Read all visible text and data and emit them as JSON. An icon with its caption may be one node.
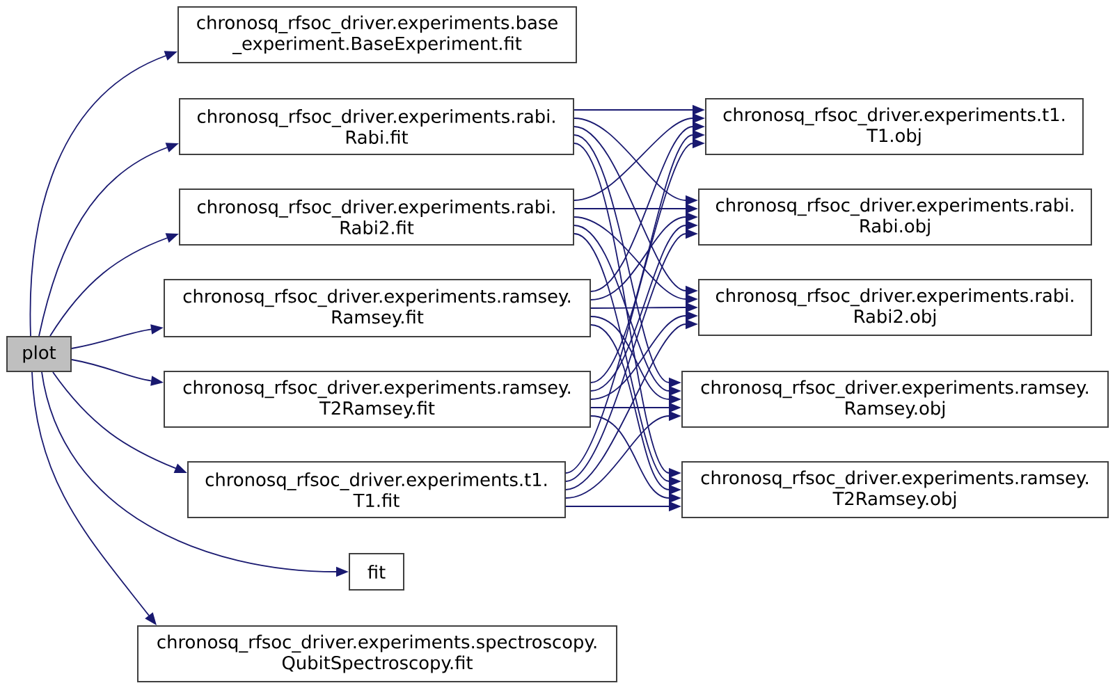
{
  "diagram": {
    "nodes": [
      {
        "text": [
          "plot"
        ]
      },
      {
        "text": [
          "chronosq_rfsoc_driver.experiments.base _experiment.BaseExperiment.fit"
        ]
      },
      {
        "text": [
          "chronosq_rfsoc_driver.experiments.rabi. Rabi.fit"
        ]
      },
      {
        "text": [
          "chronosq_rfsoc_driver.experiments.rabi. Rabi2.fit"
        ]
      },
      {
        "text": [
          "chronosq_rfsoc_driver.experiments.ramsey. Ramsey.fit"
        ]
      },
      {
        "text": [
          "chronosq_rfsoc_driver.experiments.ramsey. T2Ramsey.fit"
        ]
      },
      {
        "text": [
          "chronosq_rfsoc_driver.experiments.t1. T1.fit"
        ]
      },
      {
        "text": [
          "fit"
        ]
      },
      {
        "text": [
          "chronosq_rfsoc_driver.experiments.spectroscopy. QubitSpectroscopy.fit"
        ]
      },
      {
        "text": [
          "chronosq_rfsoc_driver.experiments.t1. T1.obj"
        ]
      },
      {
        "text": [
          "chronosq_rfsoc_driver.experiments.rabi. Rabi.obj"
        ]
      },
      {
        "text": [
          "chronosq_rfsoc_driver.experiments.rabi. Rabi2.obj"
        ]
      },
      {
        "text": [
          "chronosq_rfsoc_driver.experiments.ramsey. Ramsey.obj"
        ]
      },
      {
        "text": [
          "chronosq_rfsoc_driver.experiments.ramsey. T2Ramsey.obj"
        ]
      }
    ],
    "edges": [
      {
        "from": 0,
        "to": 1,
        "arrow": "to"
      },
      {
        "from": 0,
        "to": 2,
        "arrow": "to"
      },
      {
        "from": 0,
        "to": 3,
        "arrow": "to"
      },
      {
        "from": 0,
        "to": 4,
        "arrow": "to"
      },
      {
        "from": 0,
        "to": 5,
        "arrow": "to"
      },
      {
        "from": 0,
        "to": 6,
        "arrow": "to"
      },
      {
        "from": 0,
        "to": 7,
        "arrow": "to"
      },
      {
        "from": 0,
        "to": 8,
        "arrow": "to"
      },
      {
        "from": 2,
        "to": 9,
        "arrow": "to"
      },
      {
        "from": 2,
        "to": 10,
        "arrow": "to"
      },
      {
        "from": 2,
        "to": 11,
        "arrow": "to"
      },
      {
        "from": 2,
        "to": 12,
        "arrow": "to"
      },
      {
        "from": 2,
        "to": 13,
        "arrow": "to"
      },
      {
        "from": 3,
        "to": 9,
        "arrow": "to"
      },
      {
        "from": 3,
        "to": 10,
        "arrow": "to"
      },
      {
        "from": 3,
        "to": 11,
        "arrow": "to"
      },
      {
        "from": 3,
        "to": 12,
        "arrow": "to"
      },
      {
        "from": 3,
        "to": 13,
        "arrow": "to"
      },
      {
        "from": 4,
        "to": 9,
        "arrow": "to"
      },
      {
        "from": 4,
        "to": 10,
        "arrow": "to"
      },
      {
        "from": 4,
        "to": 11,
        "arrow": "to"
      },
      {
        "from": 4,
        "to": 12,
        "arrow": "to"
      },
      {
        "from": 4,
        "to": 13,
        "arrow": "to"
      },
      {
        "from": 5,
        "to": 9,
        "arrow": "to"
      },
      {
        "from": 5,
        "to": 10,
        "arrow": "to"
      },
      {
        "from": 5,
        "to": 11,
        "arrow": "to"
      },
      {
        "from": 5,
        "to": 12,
        "arrow": "to"
      },
      {
        "from": 5,
        "to": 13,
        "arrow": "to"
      },
      {
        "from": 6,
        "to": 9,
        "arrow": "to"
      },
      {
        "from": 6,
        "to": 10,
        "arrow": "to"
      },
      {
        "from": 6,
        "to": 11,
        "arrow": "to"
      },
      {
        "from": 6,
        "to": 12,
        "arrow": "to"
      },
      {
        "from": 6,
        "to": 13,
        "arrow": "to"
      }
    ]
  }
}
